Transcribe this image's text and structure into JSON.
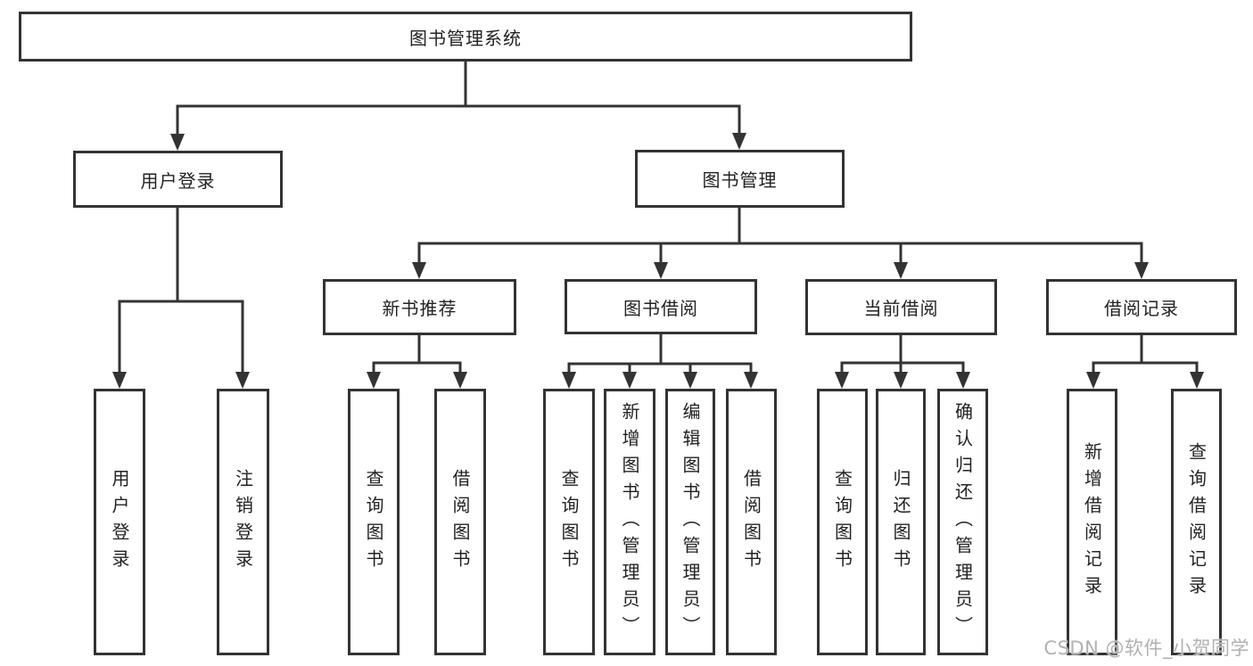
{
  "nodes": {
    "root": {
      "label": "图书管理系统"
    },
    "user_login": {
      "label": "用户登录"
    },
    "book_mgmt": {
      "label": "图书管理"
    },
    "new_book_rec": {
      "label": "新书推荐"
    },
    "book_borrow": {
      "label": "图书借阅"
    },
    "current_borrow": {
      "label": "当前借阅"
    },
    "borrow_records": {
      "label": "借阅记录"
    },
    "leaf_user_login": {
      "label": "用户登录"
    },
    "leaf_logout": {
      "label": "注销登录"
    },
    "leaf_nbr_query": {
      "label": "查询图书"
    },
    "leaf_nbr_borrow": {
      "label": "借阅图书"
    },
    "leaf_bb_query": {
      "label": "查询图书"
    },
    "leaf_bb_add": {
      "label": "新增图书（管理员）"
    },
    "leaf_bb_edit": {
      "label": "编辑图书（管理员）"
    },
    "leaf_bb_borrow": {
      "label": "借阅图书"
    },
    "leaf_cb_query": {
      "label": "查询图书"
    },
    "leaf_cb_return": {
      "label": "归还图书"
    },
    "leaf_cb_confirm": {
      "label": "确认归还（管理员）"
    },
    "leaf_br_add": {
      "label": "新增借阅记录"
    },
    "leaf_br_query": {
      "label": "查询借阅记录"
    }
  },
  "watermark": {
    "text": "CSDN @软件_小贺同学"
  },
  "colors": {
    "line": "#333333",
    "box_border": "#333333",
    "text": "#222222",
    "background": "#ffffff",
    "watermark": "#adadad"
  }
}
